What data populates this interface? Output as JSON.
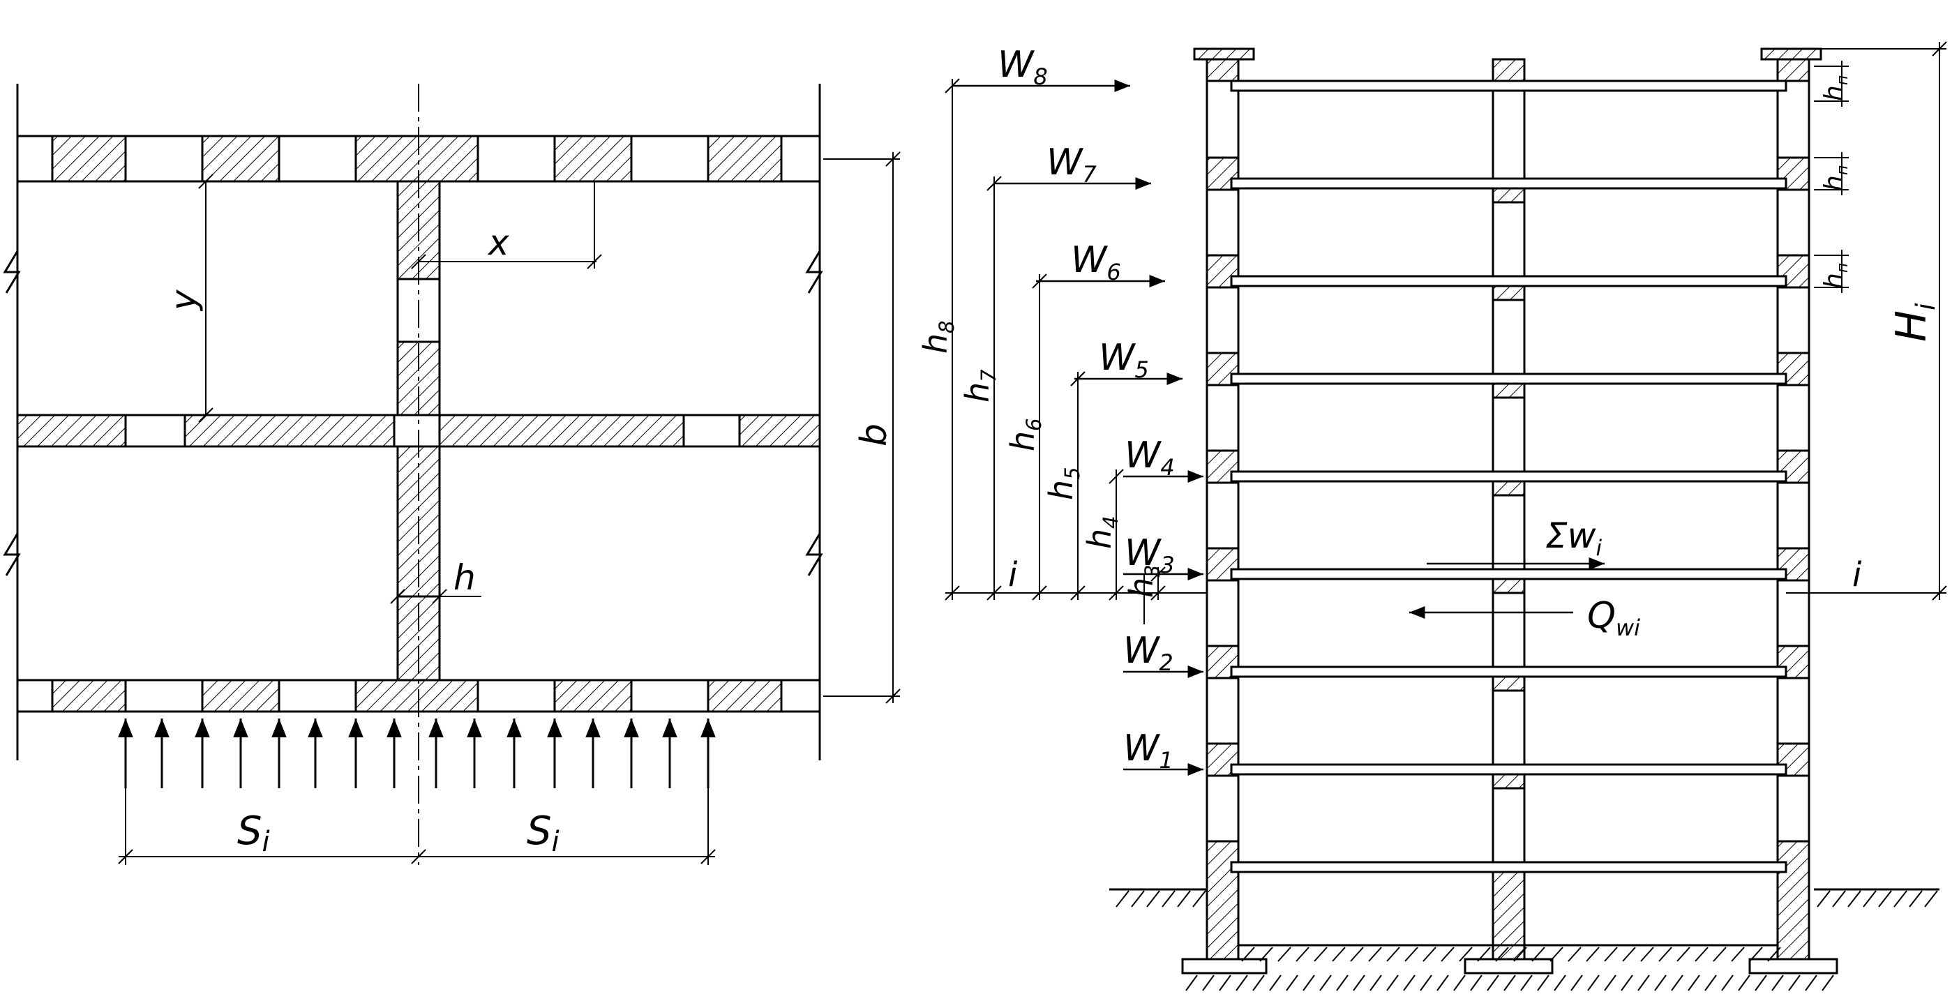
{
  "plan": {
    "dim_x": "x",
    "dim_y": "y",
    "dim_h": "h",
    "dim_b": "b",
    "span_left": "S",
    "span_left_sub": "i",
    "span_right": "S",
    "span_right_sub": "i"
  },
  "elevation": {
    "loads": [
      {
        "letter": "W",
        "sub": "1"
      },
      {
        "letter": "W",
        "sub": "2"
      },
      {
        "letter": "W",
        "sub": "3"
      },
      {
        "letter": "W",
        "sub": "4"
      },
      {
        "letter": "W",
        "sub": "5"
      },
      {
        "letter": "W",
        "sub": "6"
      },
      {
        "letter": "W",
        "sub": "7"
      },
      {
        "letter": "W",
        "sub": "8"
      }
    ],
    "heights": [
      {
        "letter": "h",
        "sub": "3"
      },
      {
        "letter": "h",
        "sub": "4"
      },
      {
        "letter": "h",
        "sub": "5"
      },
      {
        "letter": "h",
        "sub": "6"
      },
      {
        "letter": "h",
        "sub": "7"
      },
      {
        "letter": "h",
        "sub": "8"
      }
    ],
    "storey": {
      "letter": "h",
      "sub": "п"
    },
    "section_left": "i",
    "section_right": "i",
    "total_height": {
      "letter": "H",
      "sub": "i"
    },
    "sum_load": {
      "letter": "Σw",
      "sub": "i"
    },
    "reaction": {
      "letter": "Q",
      "sub": "wi"
    }
  }
}
